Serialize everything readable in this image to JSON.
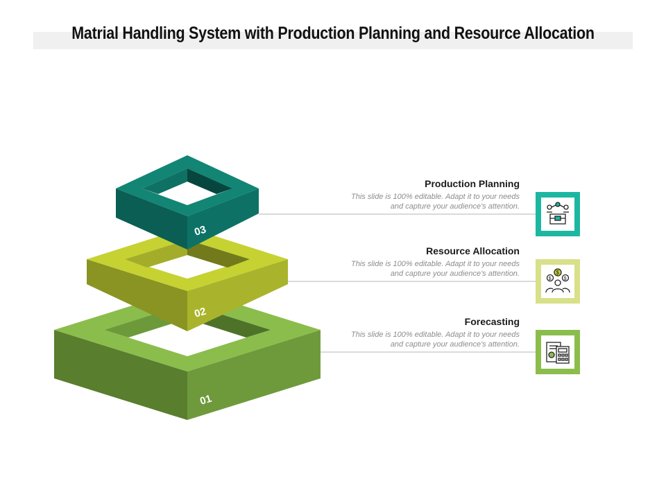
{
  "title": "Matrial Handling System with Production Planning and Resource Allocation",
  "levels": [
    {
      "number": "03",
      "heading": "Production Planning",
      "description_line1": "This slide is 100% editable. Adapt it to your needs",
      "description_line2": "and capture your audience's attention.",
      "icon": "production-planning-icon",
      "color": "#128575"
    },
    {
      "number": "02",
      "heading": "Resource Allocation",
      "description_line1": "This slide is 100% editable. Adapt it to your needs",
      "description_line2": "and capture your audience's attention.",
      "icon": "resource-allocation-icon",
      "color": "#c6d232"
    },
    {
      "number": "01",
      "heading": "Forecasting",
      "description_line1": "This slide is 100% editable. Adapt it to your needs",
      "description_line2": "and capture your audience's attention.",
      "icon": "forecasting-icon",
      "color": "#8bbd4c"
    }
  ],
  "colors": {
    "teal_top": "#128575",
    "teal_left": "#0a5e54",
    "teal_right": "#0d7265",
    "lime_top": "#c6d232",
    "lime_left": "#8a9422",
    "lime_right": "#a9b42c",
    "green_top": "#8bbd4c",
    "green_left": "#597e2e",
    "green_right": "#6e9a3b",
    "connector": "#b5b5b5"
  }
}
